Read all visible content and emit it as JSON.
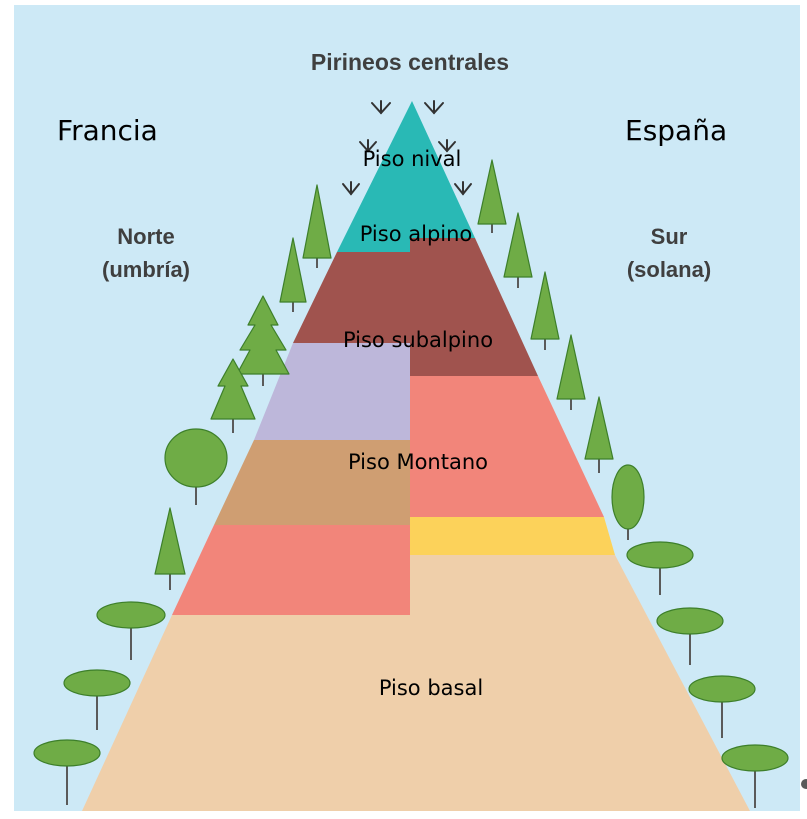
{
  "title": "Pirineos centrales",
  "sides": {
    "left": {
      "country": "Francia",
      "orientation": "Norte",
      "aspect": "(umbría)"
    },
    "right": {
      "country": "España",
      "orientation": "Sur",
      "aspect": "(solana)"
    }
  },
  "floors": {
    "nival": "Piso nival",
    "alpino": "Piso alpino",
    "subalpino": "Piso subalpino",
    "montano": "Piso Montano",
    "basal": "Piso basal"
  },
  "colors": {
    "sky": "#cde9f6",
    "nival": "#29b9b5",
    "alpino_subalpino_south": "#a0534e",
    "subalpino_north": "#bdb7da",
    "montano_south": "#f2857a",
    "montano_north": "#cf9e72",
    "submontano_south": "#fcd25a",
    "submontano_north": "#f2857a",
    "basal": "#efcfaa",
    "tree": "#6fac46",
    "tree_edge": "#3d7f2a",
    "trunk": "#5a5a5a"
  },
  "icons": {
    "conifer": "conifer-tree-icon",
    "broadleaf": "broadleaf-tree-icon",
    "flat_crown": "flat-crown-tree-icon",
    "snow": "snow-arrow-icon"
  }
}
